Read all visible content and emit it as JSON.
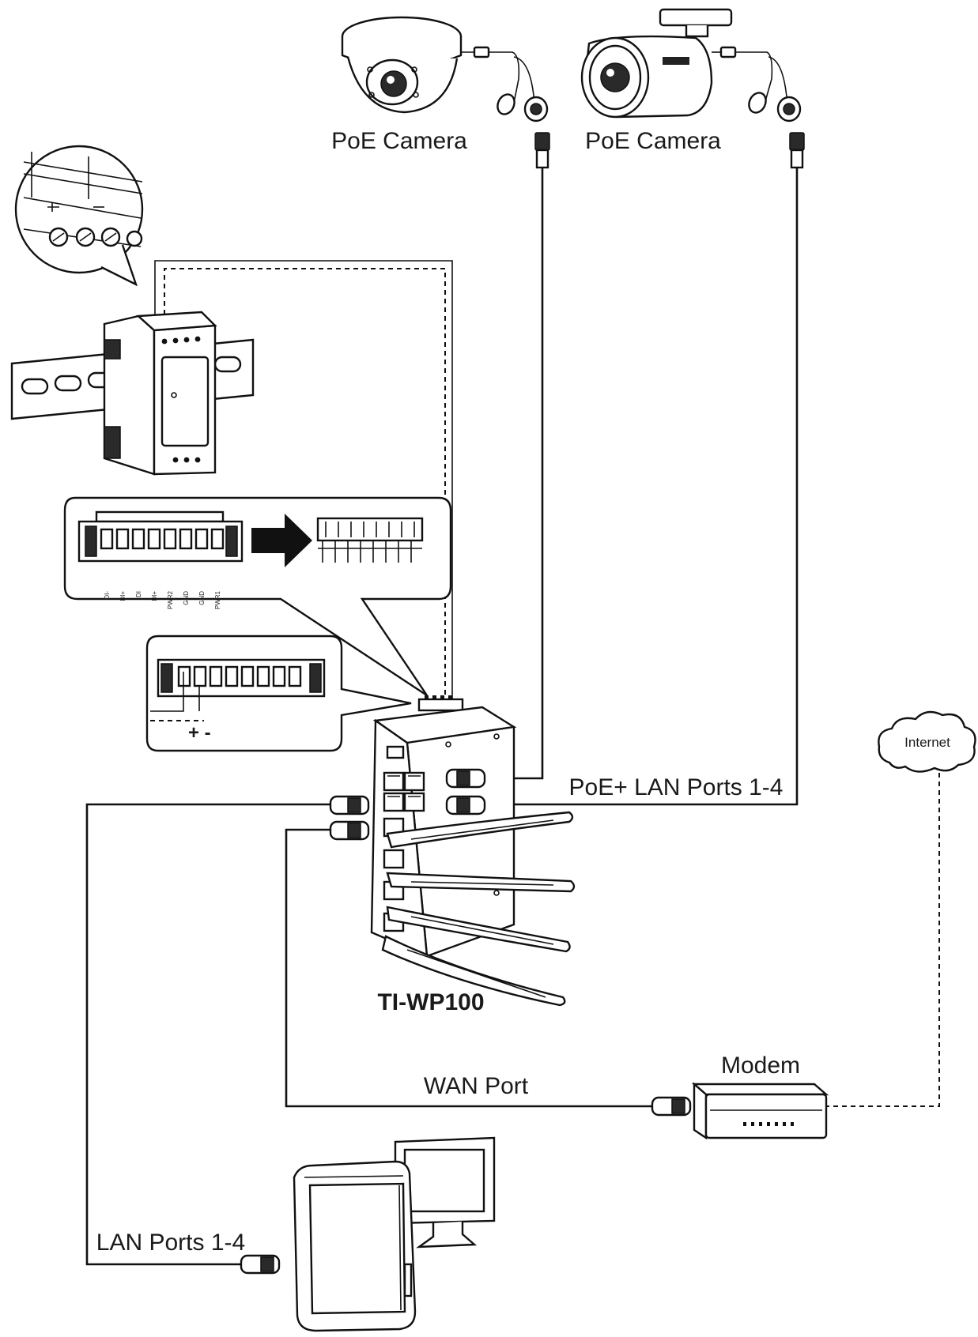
{
  "labels": {
    "camera_1": "PoE Camera",
    "camera_2": "PoE Camera",
    "poe_lan_ports": "PoE+ LAN Ports 1-4",
    "internet": "Internet",
    "device_model": "TI-WP100",
    "modem": "Modem",
    "wan_port": "WAN Port",
    "lan_ports": "LAN Ports 1-4",
    "power_polarity": "+ -"
  },
  "terminal_pins": [
    "DI-",
    "DI+",
    "DI",
    "DI+",
    "PWR2",
    "GND",
    "GND",
    "PWR1"
  ],
  "icons": [
    "dome-camera-icon",
    "bullet-camera-icon",
    "power-supply-icon",
    "switch-device-icon",
    "modem-icon",
    "computer-icon",
    "cloud-icon",
    "terminal-block-icon",
    "rj45-connector-icon"
  ]
}
